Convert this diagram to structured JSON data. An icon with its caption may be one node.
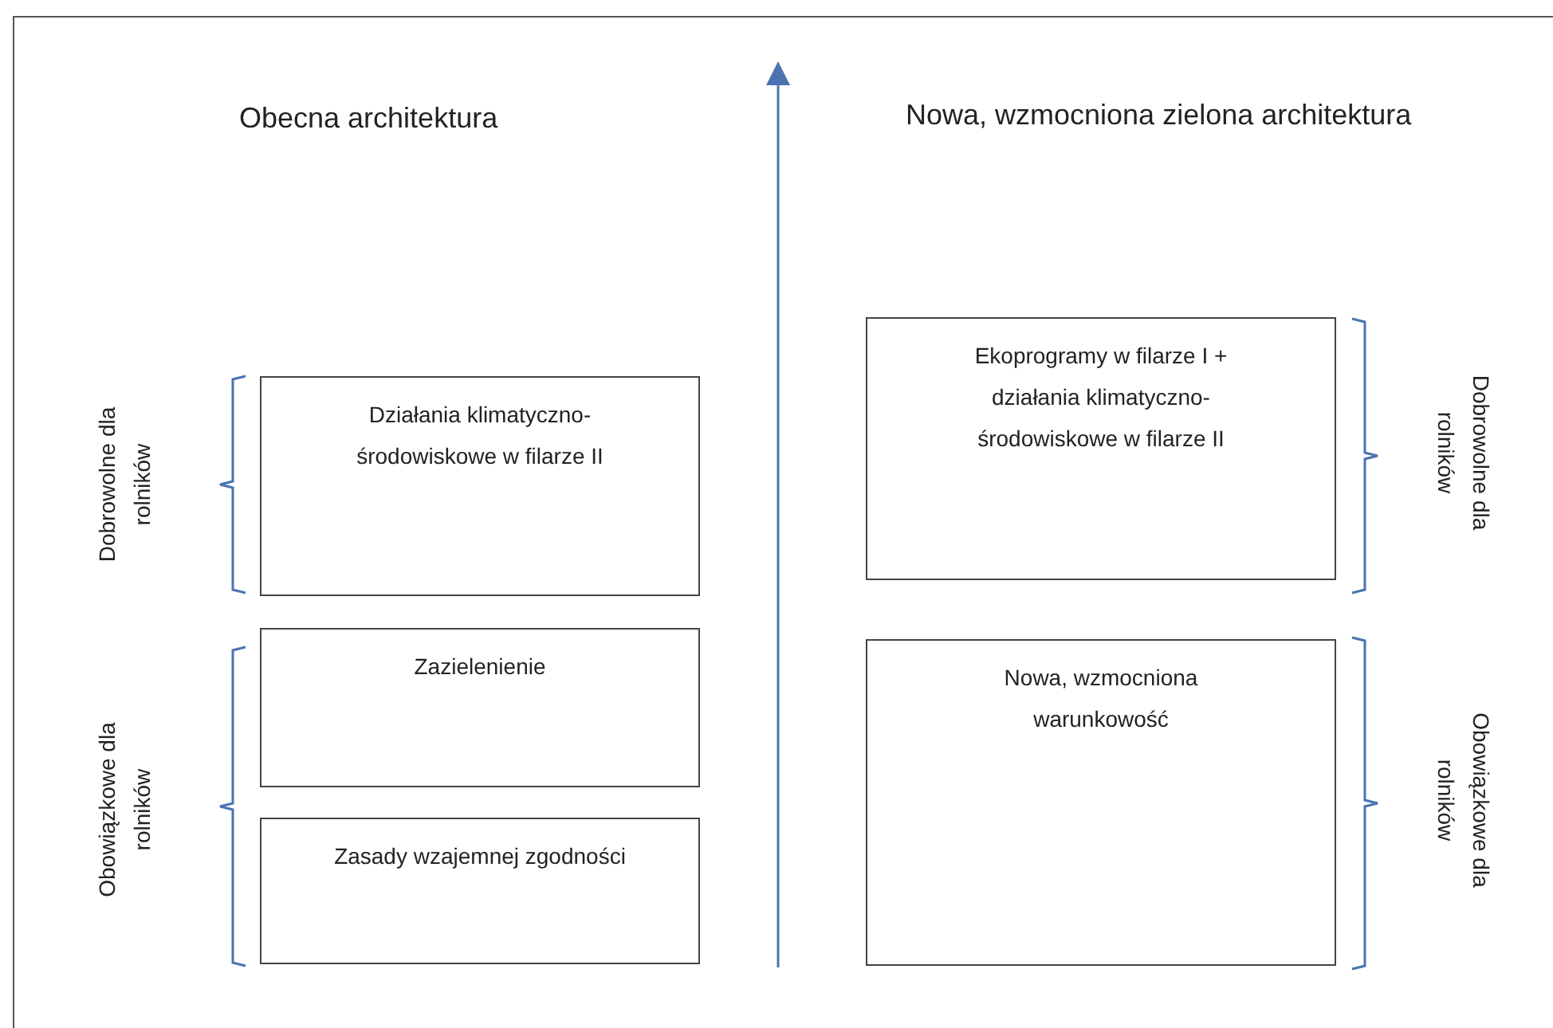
{
  "diagram": {
    "nodes": [
      {
        "text": [
          "Działania klimatyczno-środowiskowe w filarze II"
        ]
      },
      {
        "text": [
          "Zazielenienie"
        ]
      },
      {
        "text": [
          "Zasady wzajemnej zgodności"
        ]
      },
      {
        "text": [
          "Ekoprogramy w filarze I + działania klimatyczno-środowiskowe w filarze II"
        ]
      },
      {
        "text": [
          "Nowa, wzmocniona warunkowość"
        ]
      }
    ],
    "labels": [
      "Obecna architektura",
      "Nowa, wzmocniona zielona architektura",
      "Dobrowolne dla rolników",
      "Obowiązkowe dla rolników",
      "Dobrowolne dla rolników",
      "Obowiązkowe dla rolników"
    ]
  }
}
